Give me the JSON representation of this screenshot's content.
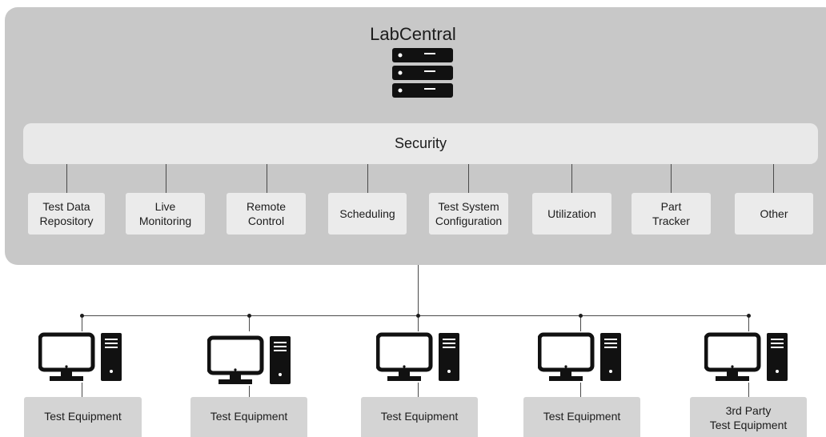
{
  "title": "LabCentral",
  "security": "Security",
  "modules": [
    {
      "line1": "Test Data",
      "line2": "Repository"
    },
    {
      "line1": "Live",
      "line2": "Monitoring"
    },
    {
      "line1": "Remote",
      "line2": "Control"
    },
    {
      "line1": "Scheduling",
      "line2": ""
    },
    {
      "line1": "Test System",
      "line2": "Configuration"
    },
    {
      "line1": "Utilization",
      "line2": ""
    },
    {
      "line1": "Part",
      "line2": "Tracker"
    },
    {
      "line1": "Other",
      "line2": ""
    }
  ],
  "equipment": [
    {
      "line1": "Test Equipment",
      "line2": ""
    },
    {
      "line1": "Test Equipment",
      "line2": ""
    },
    {
      "line1": "Test Equipment",
      "line2": ""
    },
    {
      "line1": "Test Equipment",
      "line2": ""
    },
    {
      "line1": "3rd Party",
      "line2": "Test Equipment"
    }
  ],
  "icons": {
    "server": "server-rack-icon",
    "computer": "desktop-computer-icon"
  },
  "colors": {
    "panel": "#c8c8c8",
    "bar": "#e9e9e9",
    "module": "#ebebeb",
    "equipment": "#d4d4d4",
    "icon": "#111111"
  }
}
